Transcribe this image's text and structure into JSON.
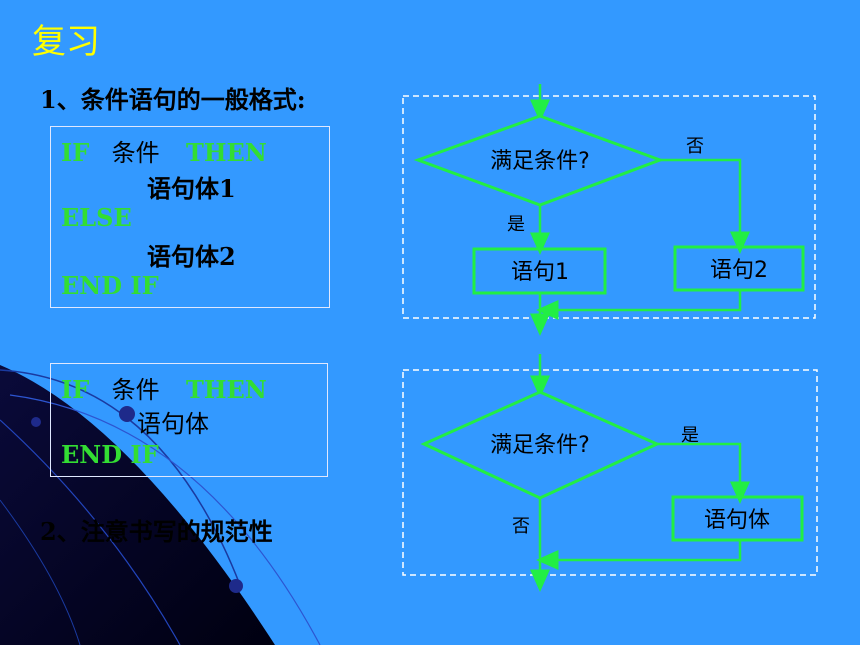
{
  "title": "复习",
  "section1": {
    "heading": "1、条件语句的一般格式:",
    "block1": {
      "kw_if": "IF",
      "cond": "条件",
      "kw_then": "THEN",
      "body1": "语句体1",
      "kw_else": "ELSE",
      "body2": "语句体2",
      "kw_endif": "END IF"
    },
    "block2": {
      "kw_if": "IF",
      "cond": "条件",
      "kw_then": "THEN",
      "body": "语句体",
      "kw_endif": "END IF"
    }
  },
  "section2": {
    "heading": "2、注意书写的规范性"
  },
  "flow1": {
    "decision": "满足条件?",
    "yes": "是",
    "no": "否",
    "stmt1": "语句1",
    "stmt2": "语句2"
  },
  "flow2": {
    "decision": "满足条件?",
    "yes": "是",
    "no": "否",
    "stmt": "语句体"
  },
  "colors": {
    "background": "#3399ff",
    "title": "#ffff00",
    "keyword": "#33dd33",
    "flow_line": "#22ee44",
    "dashed_frame": "#ffffff"
  }
}
